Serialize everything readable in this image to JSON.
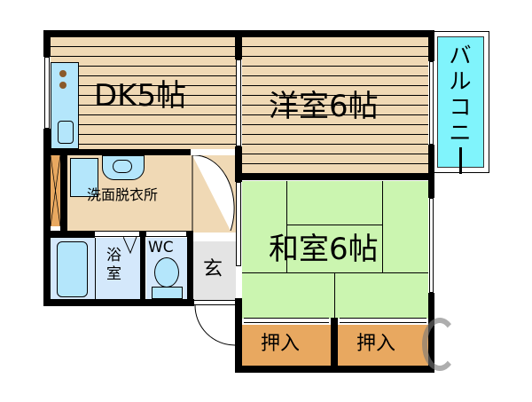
{
  "floor_plan": {
    "rooms": {
      "dk": {
        "label": "DK5帖",
        "type": "dining-kitchen",
        "size_jo": 5
      },
      "western": {
        "label": "洋室6帖",
        "type": "western-room",
        "size_jo": 6
      },
      "japanese": {
        "label": "和室6帖",
        "type": "japanese-room",
        "size_jo": 6
      },
      "balcony": {
        "label": "バルコニー",
        "chars": [
          "バ",
          "ル",
          "コ",
          "ニ",
          "ー"
        ]
      },
      "washroom": {
        "label": "洗面脱衣所"
      },
      "bath": {
        "label": "浴室",
        "chars": [
          "浴",
          "室"
        ]
      },
      "wc": {
        "label": "WC"
      },
      "entrance": {
        "label": "玄"
      },
      "closet_left": {
        "label": "押入"
      },
      "closet_right": {
        "label": "押入"
      }
    },
    "colors": {
      "wood_floor": "#f0d9b5",
      "tatami": "#cbf5b0",
      "balcony": "#80f4fc",
      "closet": "#e8a860",
      "wet_area": "#d4e8fb",
      "fixture": "#b4e6fb",
      "entrance": "#e4e4e4",
      "wall": "#000000"
    }
  }
}
